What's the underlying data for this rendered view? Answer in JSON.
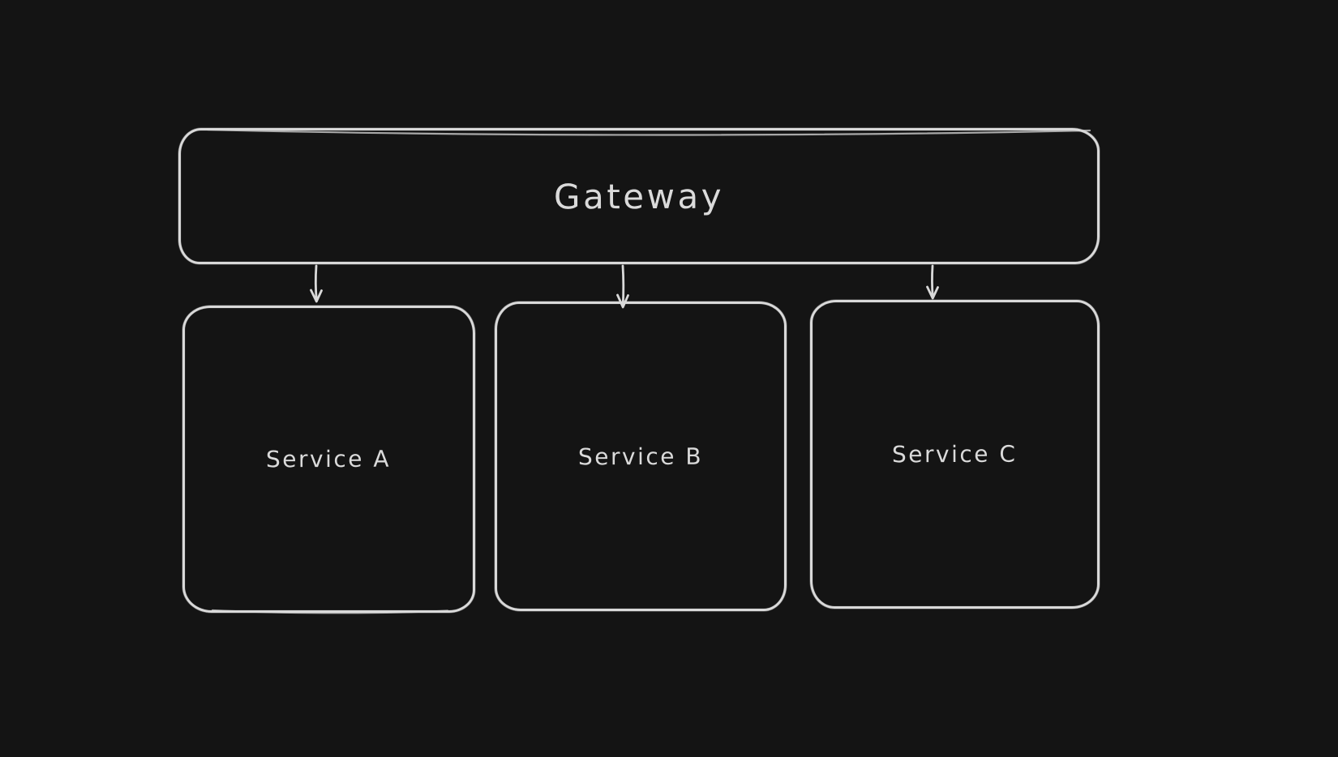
{
  "canvas": {
    "background_color": "#141414",
    "stroke_color": "#d9d9d9",
    "text_color": "#dadada"
  },
  "diagram": {
    "gateway": {
      "label": "Gateway"
    },
    "services": [
      {
        "label": "Service A"
      },
      {
        "label": "Service B"
      },
      {
        "label": "Service C"
      }
    ],
    "connections": [
      {
        "from": "Gateway",
        "to": "Service A"
      },
      {
        "from": "Gateway",
        "to": "Service B"
      },
      {
        "from": "Gateway",
        "to": "Service C"
      }
    ]
  }
}
